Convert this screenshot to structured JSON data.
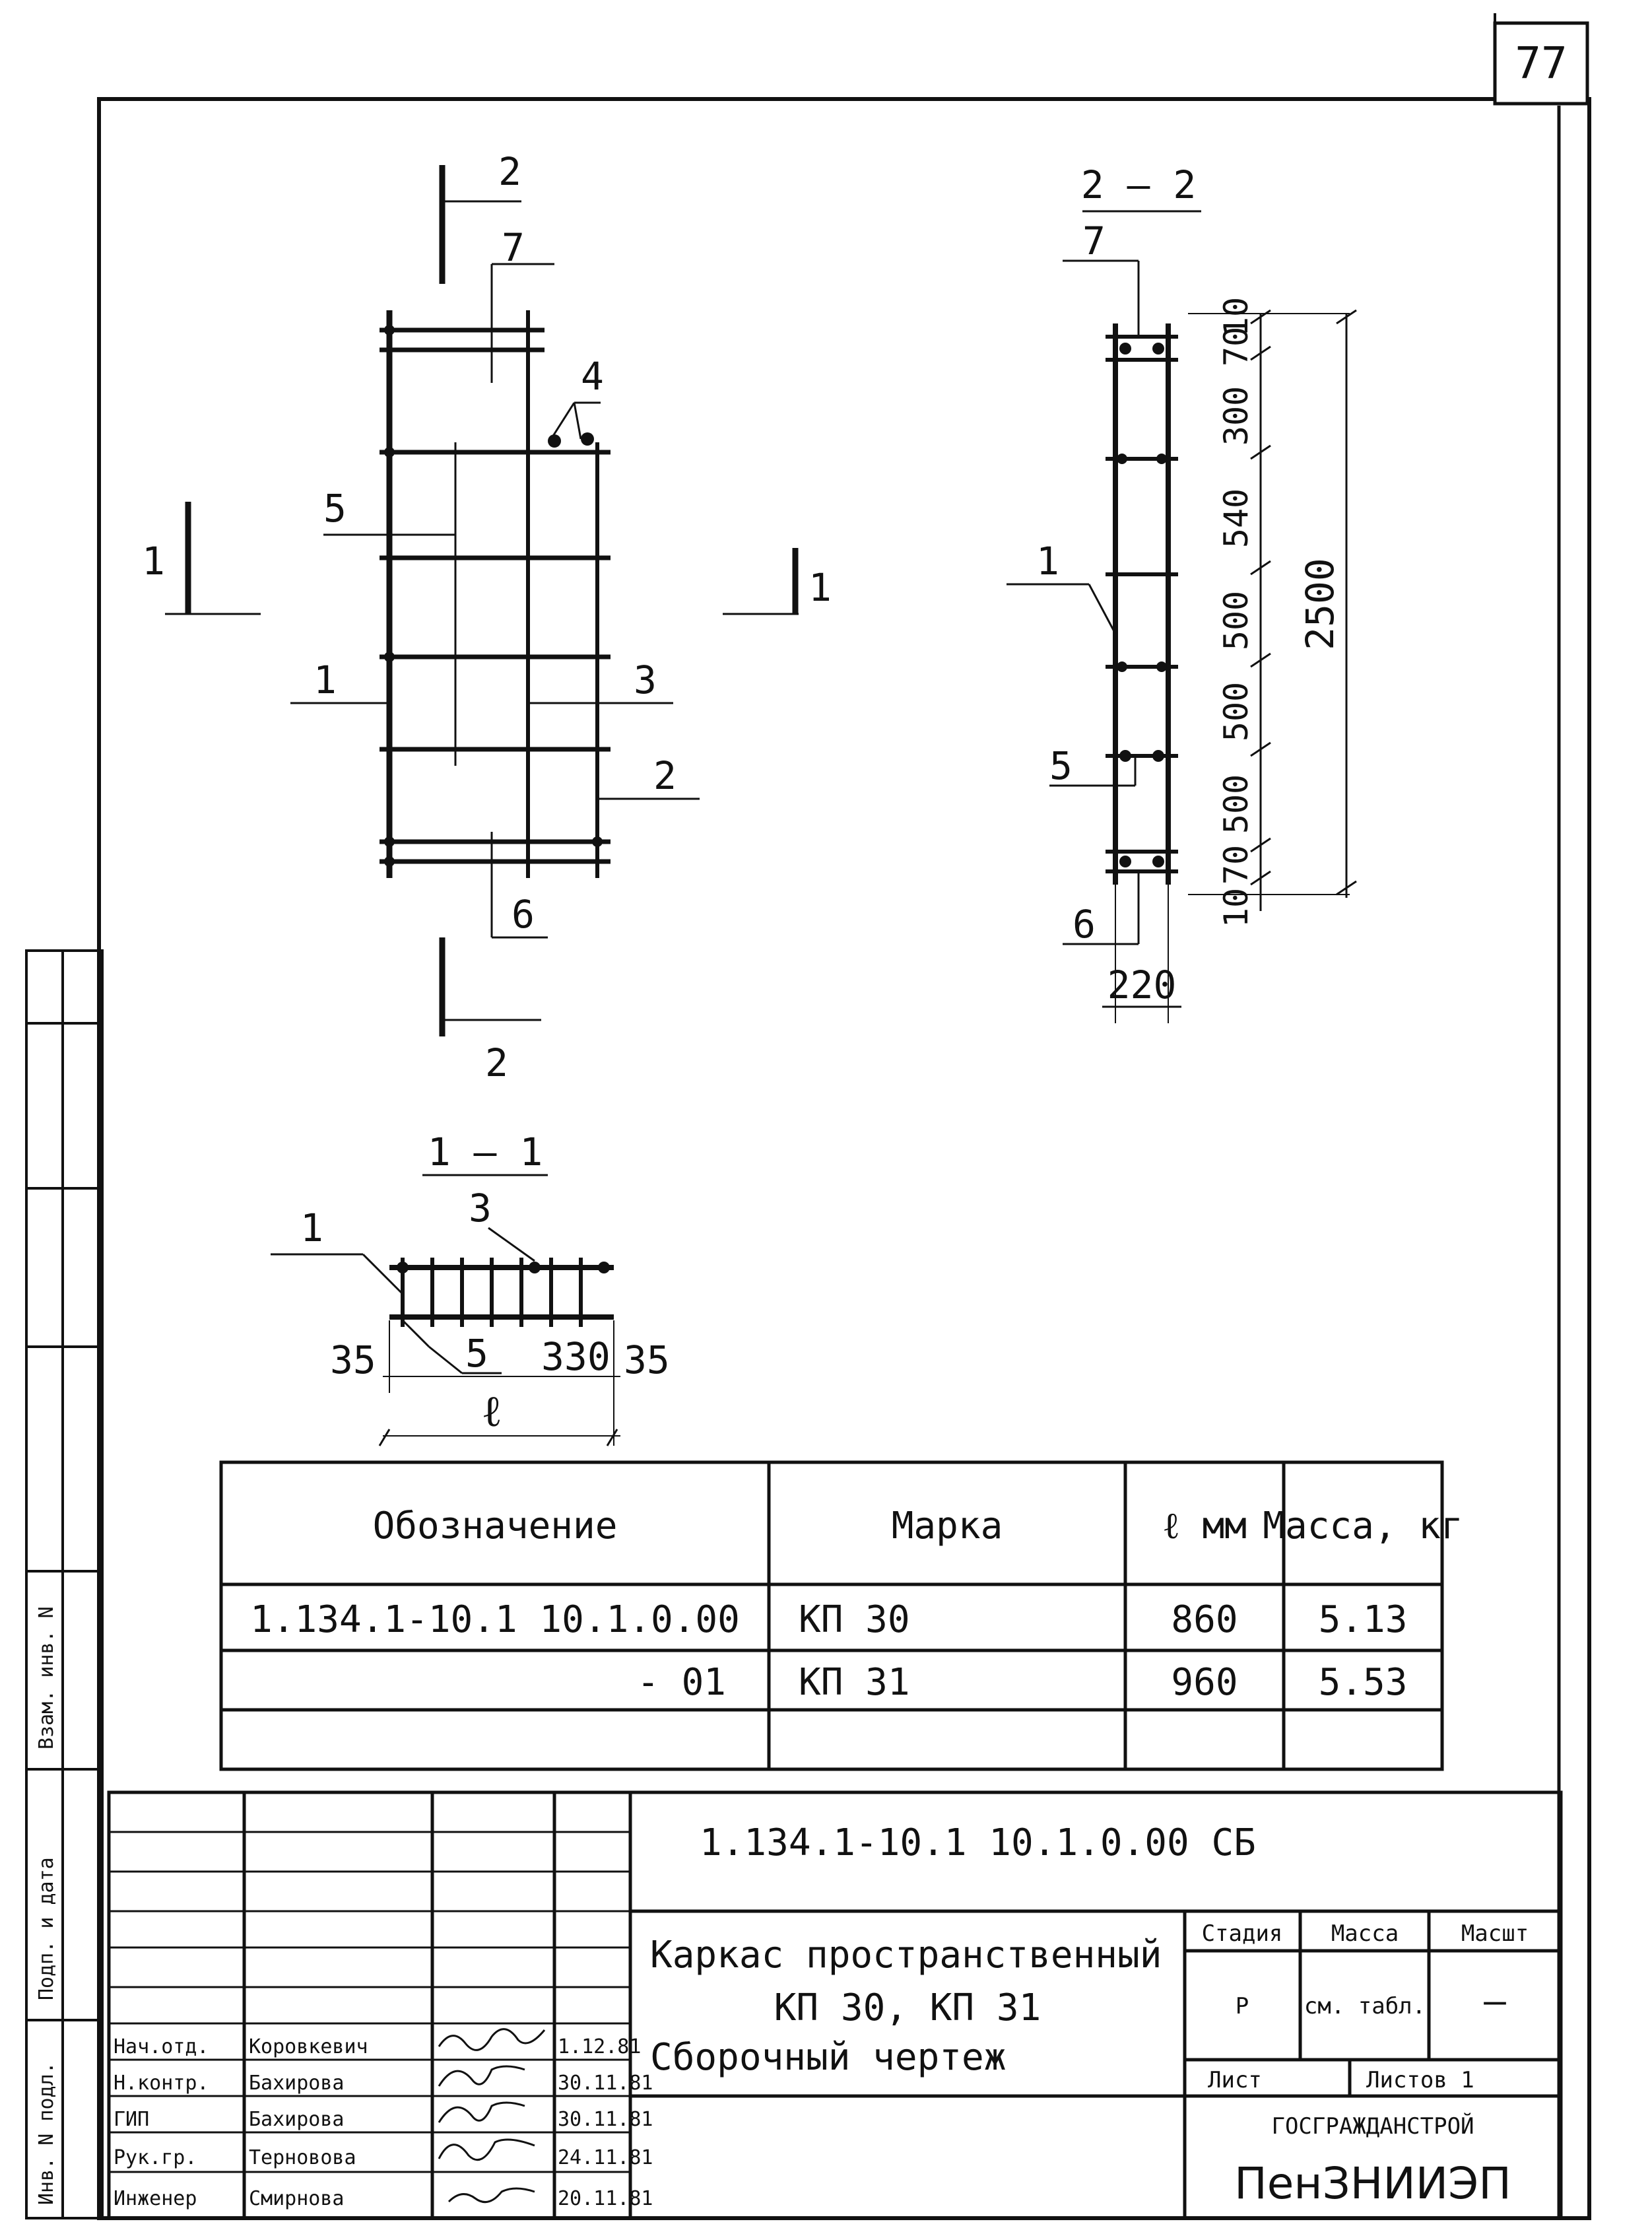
{
  "sheet": {
    "number": "77"
  },
  "views": {
    "section_1_1": "1 — 1",
    "section_2_2": "2 — 2",
    "cut_mark_1": "1",
    "cut_mark_2": "2",
    "callouts": {
      "c1": "1",
      "c2": "2",
      "c3": "3",
      "c4": "4",
      "c5": "5",
      "c6": "6",
      "c7": "7"
    }
  },
  "dimensions": {
    "vertical": [
      "10",
      "70",
      "300",
      "540",
      "500",
      "500",
      "500",
      "70",
      "10"
    ],
    "overall": "2500",
    "width_2_2": "220",
    "plan_left": "35",
    "plan_mid": "330",
    "plan_right": "35",
    "plan_length": "ℓ"
  },
  "spec_table": {
    "headers": [
      "Обозначение",
      "Марка",
      "ℓ мм",
      "Масса, кг"
    ],
    "rows": [
      [
        "1.134.1-10.1 10.1.0.00",
        "КП 30",
        "860",
        "5.13"
      ],
      [
        "- 01",
        "КП 31",
        "960",
        "5.53"
      ],
      [
        "",
        "",
        "",
        ""
      ]
    ]
  },
  "title_block": {
    "code": "1.134.1-10.1 10.1.0.00 СБ",
    "title_line1": "Каркас пространственный",
    "title_line2": "КП 30, КП 31",
    "title_line3": "Сборочный чертеж",
    "stage_label": "Стадия",
    "mass_label": "Масса",
    "scale_label": "Масшт",
    "stage_value": "Р",
    "mass_value": "см. табл.",
    "scale_value": "—",
    "sheet_label": "Лист",
    "sheets_label": "Листов 1",
    "org1": "ГОСГРАЖДАНСТРОЙ",
    "org2": "ПенЗНИИЭП",
    "people": [
      {
        "role": "Нач.отд.",
        "name": "Коровкевич",
        "date": "1.12.81"
      },
      {
        "role": "Н.контр.",
        "name": "Бахирова",
        "date": "30.11.81"
      },
      {
        "role": "ГИП",
        "name": "Бахирова",
        "date": "30.11.81"
      },
      {
        "role": "Рук.гр.",
        "name": "Терновова",
        "date": "24.11.81"
      },
      {
        "role": "Инженер",
        "name": "Смирнова",
        "date": "20.11.81"
      }
    ]
  },
  "margin_labels": {
    "inv_podl": "Инв. N подл.",
    "podp_data": "Подп. и дата",
    "vzam_inv": "Взам. инв. N"
  }
}
